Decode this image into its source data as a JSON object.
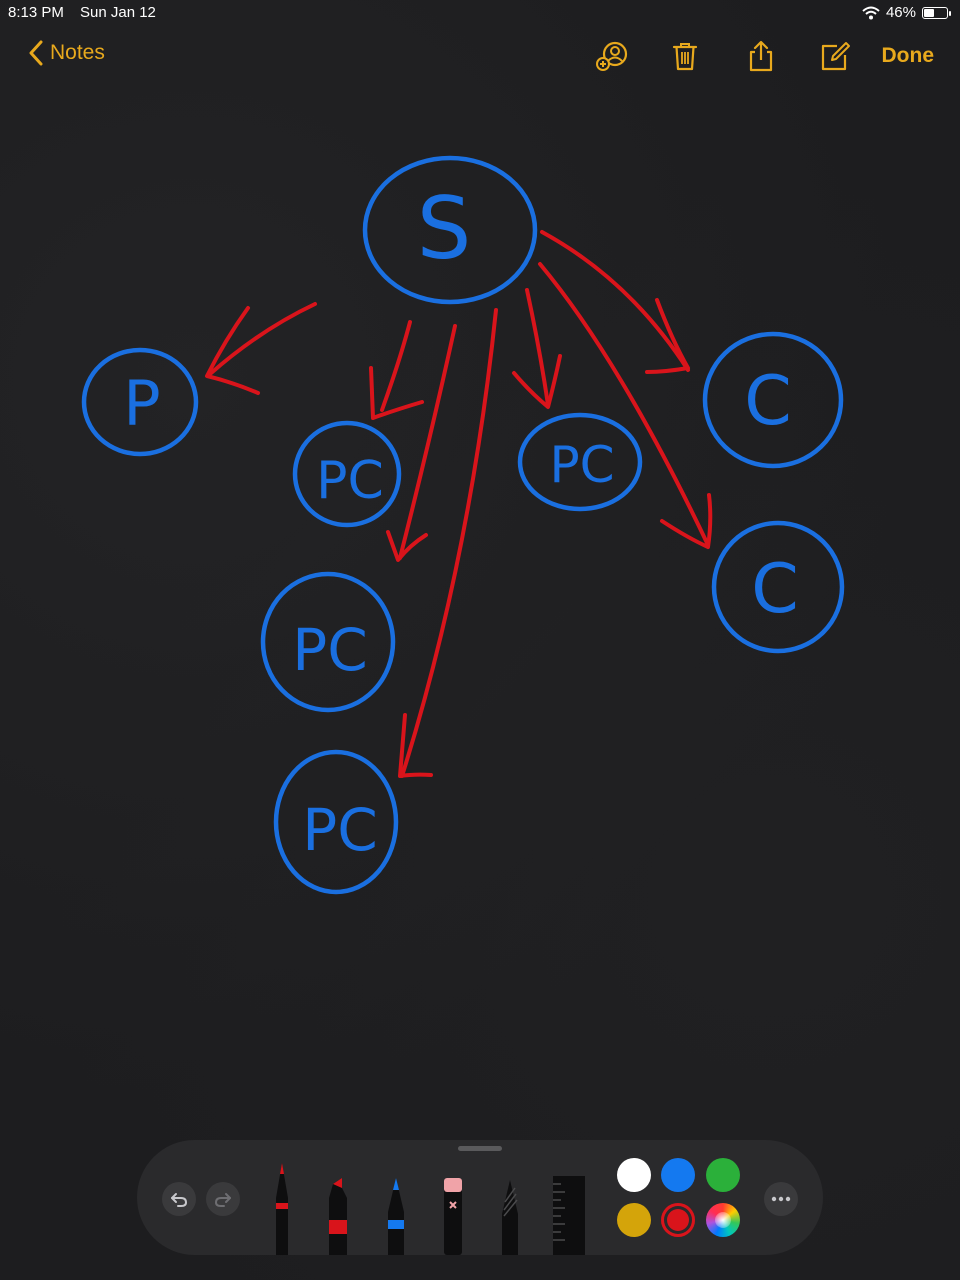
{
  "status_bar": {
    "time": "8:13 PM",
    "date": "Sun Jan 12",
    "battery": "46%",
    "battery_level": 0.46
  },
  "nav": {
    "back_label": "Notes",
    "done_label": "Done",
    "icons": [
      "add-person-icon",
      "trash-icon",
      "share-icon",
      "compose-icon"
    ]
  },
  "drawing": {
    "nodes": [
      {
        "label": "S"
      },
      {
        "label": "P"
      },
      {
        "label": "PC"
      },
      {
        "label": "PC"
      },
      {
        "label": "PC"
      },
      {
        "label": "PC"
      },
      {
        "label": "C"
      },
      {
        "label": "C"
      }
    ],
    "node_color": "#1a6fe0",
    "arrow_color": "#d9141b"
  },
  "toolbar": {
    "tools": [
      "pen-tool",
      "marker-tool",
      "pencil-tool",
      "eraser-tool",
      "lasso-tool",
      "ruler-tool"
    ],
    "colors": {
      "white": "#ffffff",
      "blue": "#1479f0",
      "green": "#2bb03a",
      "yellow": "#d4a40a",
      "red": "#d9141b"
    },
    "selected_color": "red"
  }
}
